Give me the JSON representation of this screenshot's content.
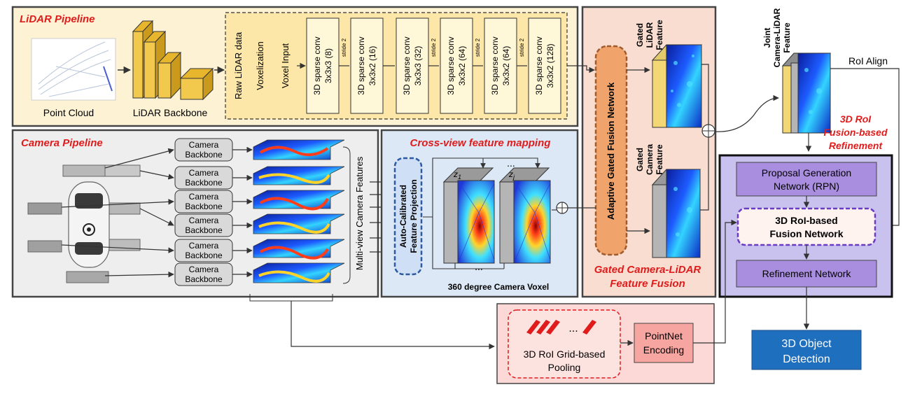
{
  "lidar": {
    "title": "LiDAR Pipeline",
    "point_cloud_label": "Point Cloud",
    "backbone_label": "LiDAR Backbone",
    "raw_label": "Raw LiDAR data",
    "voxelization_label": "Voxelization",
    "voxel_input_label": "Voxel Input",
    "convs": [
      {
        "line1": "3D sparse conv",
        "line2": "3x3x3 (8)"
      },
      {
        "line1": "3D sparse conv",
        "line2": "3x3x2 (16)"
      },
      {
        "line1": "3D sparse conv",
        "line2": "3x3x3 (32)"
      },
      {
        "line1": "3D sparse conv",
        "line2": "3x3x2 (64)"
      },
      {
        "line1": "3D sparse conv",
        "line2": "3x3x2 (64)"
      },
      {
        "line1": "3D sparse conv",
        "line2": "3x3x2 (128)"
      }
    ],
    "stride_labels": [
      "stride 2",
      "stride 2",
      "stride 2",
      "stride 2"
    ]
  },
  "camera": {
    "title": "Camera Pipeline",
    "backbones": [
      {
        "line1": "Camera",
        "line2": "Backbone"
      },
      {
        "line1": "Camera",
        "line2": "Backbone"
      },
      {
        "line1": "Camera",
        "line2": "Backbone"
      },
      {
        "line1": "Camera",
        "line2": "Backbone"
      },
      {
        "line1": "Camera",
        "line2": "Backbone"
      },
      {
        "line1": "Camera",
        "line2": "Backbone"
      }
    ],
    "multiview_label": "Multi-view Camera Features"
  },
  "crossview": {
    "title": "Cross-view feature mapping",
    "projection_line1": "Auto-Calibrated",
    "projection_line2": "Feature Projection",
    "z1": "z",
    "z1_sub": "1",
    "zj": "z",
    "zj_sub": "j",
    "dots": "...",
    "voxel_label": "360 degree Camera Voxel"
  },
  "fusion": {
    "agfn_label": "Adaptive Gated Fusion Network",
    "gated_lidar": [
      "Gated",
      "LiDAR",
      "Feature"
    ],
    "gated_camera": [
      "Gated",
      "Camera",
      "Feature"
    ],
    "title_line1": "Gated Camera-LiDAR",
    "title_line2": "Feature Fusion"
  },
  "joint": {
    "label": [
      "Joint",
      "Camera-LiDAR",
      "Feature"
    ],
    "roi_align": "RoI Align",
    "refine_title_line1": "3D RoI",
    "refine_title_line2": "Fusion-based",
    "refine_title_line3": "Refinement"
  },
  "refinement": {
    "rpn_line1": "Proposal Generation",
    "rpn_line2": "Network (RPN)",
    "roi_fusion_line1": "3D RoI-based",
    "roi_fusion_line2": "Fusion Network",
    "refinement_net": "Refinement Network"
  },
  "pooling": {
    "grid_line1": "3D RoI Grid-based",
    "grid_line2": "Pooling",
    "pointnet_line1": "PointNet",
    "pointnet_line2": "Encoding",
    "dots": "..."
  },
  "output": {
    "line1": "3D Object",
    "line2": "Detection"
  },
  "colors": {
    "accent_red": "#e01b1b",
    "lidar_bg": "#fdf3d4",
    "conv_fill": "#ffe79a",
    "camera_bg": "#eeeeee",
    "crossview_bg": "#dce8f5",
    "fusion_bg": "#f8ddd0",
    "refine_bg": "#c9c1ee",
    "pooling_bg": "#fcd9d6",
    "output_blue": "#1f6fbf"
  }
}
